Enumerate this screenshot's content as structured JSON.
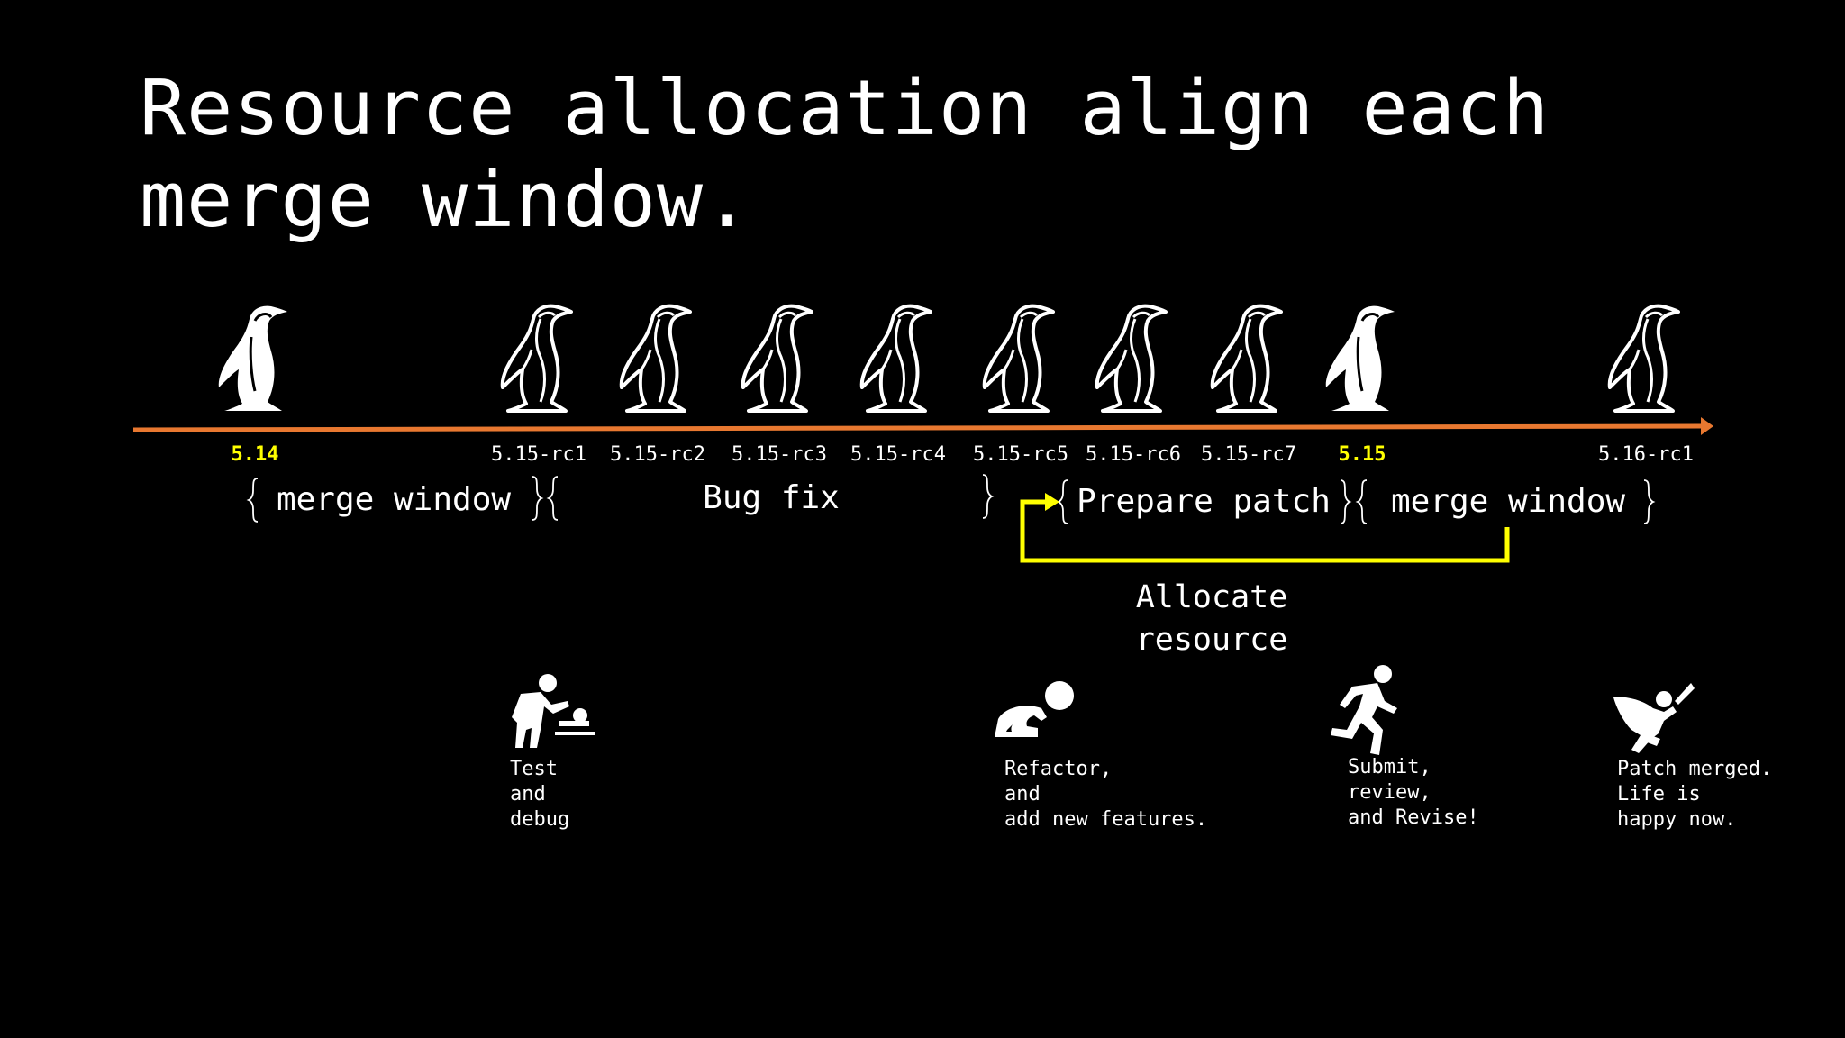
{
  "title": {
    "line1": "Resource allocation align each",
    "line2": "merge window."
  },
  "colors": {
    "background": "#000000",
    "text": "#ffffff",
    "timeline_arrow": "#e87830",
    "highlight": "#ffff00"
  },
  "releases": [
    {
      "label": "5.14",
      "major": true
    },
    {
      "label": "5.15-rc1",
      "major": false
    },
    {
      "label": "5.15-rc2",
      "major": false
    },
    {
      "label": "5.15-rc3",
      "major": false
    },
    {
      "label": "5.15-rc4",
      "major": false
    },
    {
      "label": "5.15-rc5",
      "major": false
    },
    {
      "label": "5.15-rc6",
      "major": false
    },
    {
      "label": "5.15-rc7",
      "major": false
    },
    {
      "label": "5.15",
      "major": true
    },
    {
      "label": "5.16-rc1",
      "major": false
    }
  ],
  "phases": [
    {
      "label": "merge window"
    },
    {
      "label": "Bug fix"
    },
    {
      "label": "Prepare patch"
    },
    {
      "label": "merge window"
    }
  ],
  "allocate": {
    "line1": "Allocate",
    "line2": "resource"
  },
  "activities": [
    {
      "icon": "baby-changing-icon",
      "lines": [
        "Test",
        "and",
        "debug"
      ]
    },
    {
      "icon": "crawling-baby-icon",
      "lines": [
        "Refactor,",
        "and",
        "add new features."
      ]
    },
    {
      "icon": "running-person-icon",
      "lines": [
        "Submit,",
        "review,",
        "and Revise!"
      ]
    },
    {
      "icon": "flying-superhero-icon",
      "lines": [
        "Patch merged.",
        "Life is",
        "happy now."
      ]
    }
  ]
}
